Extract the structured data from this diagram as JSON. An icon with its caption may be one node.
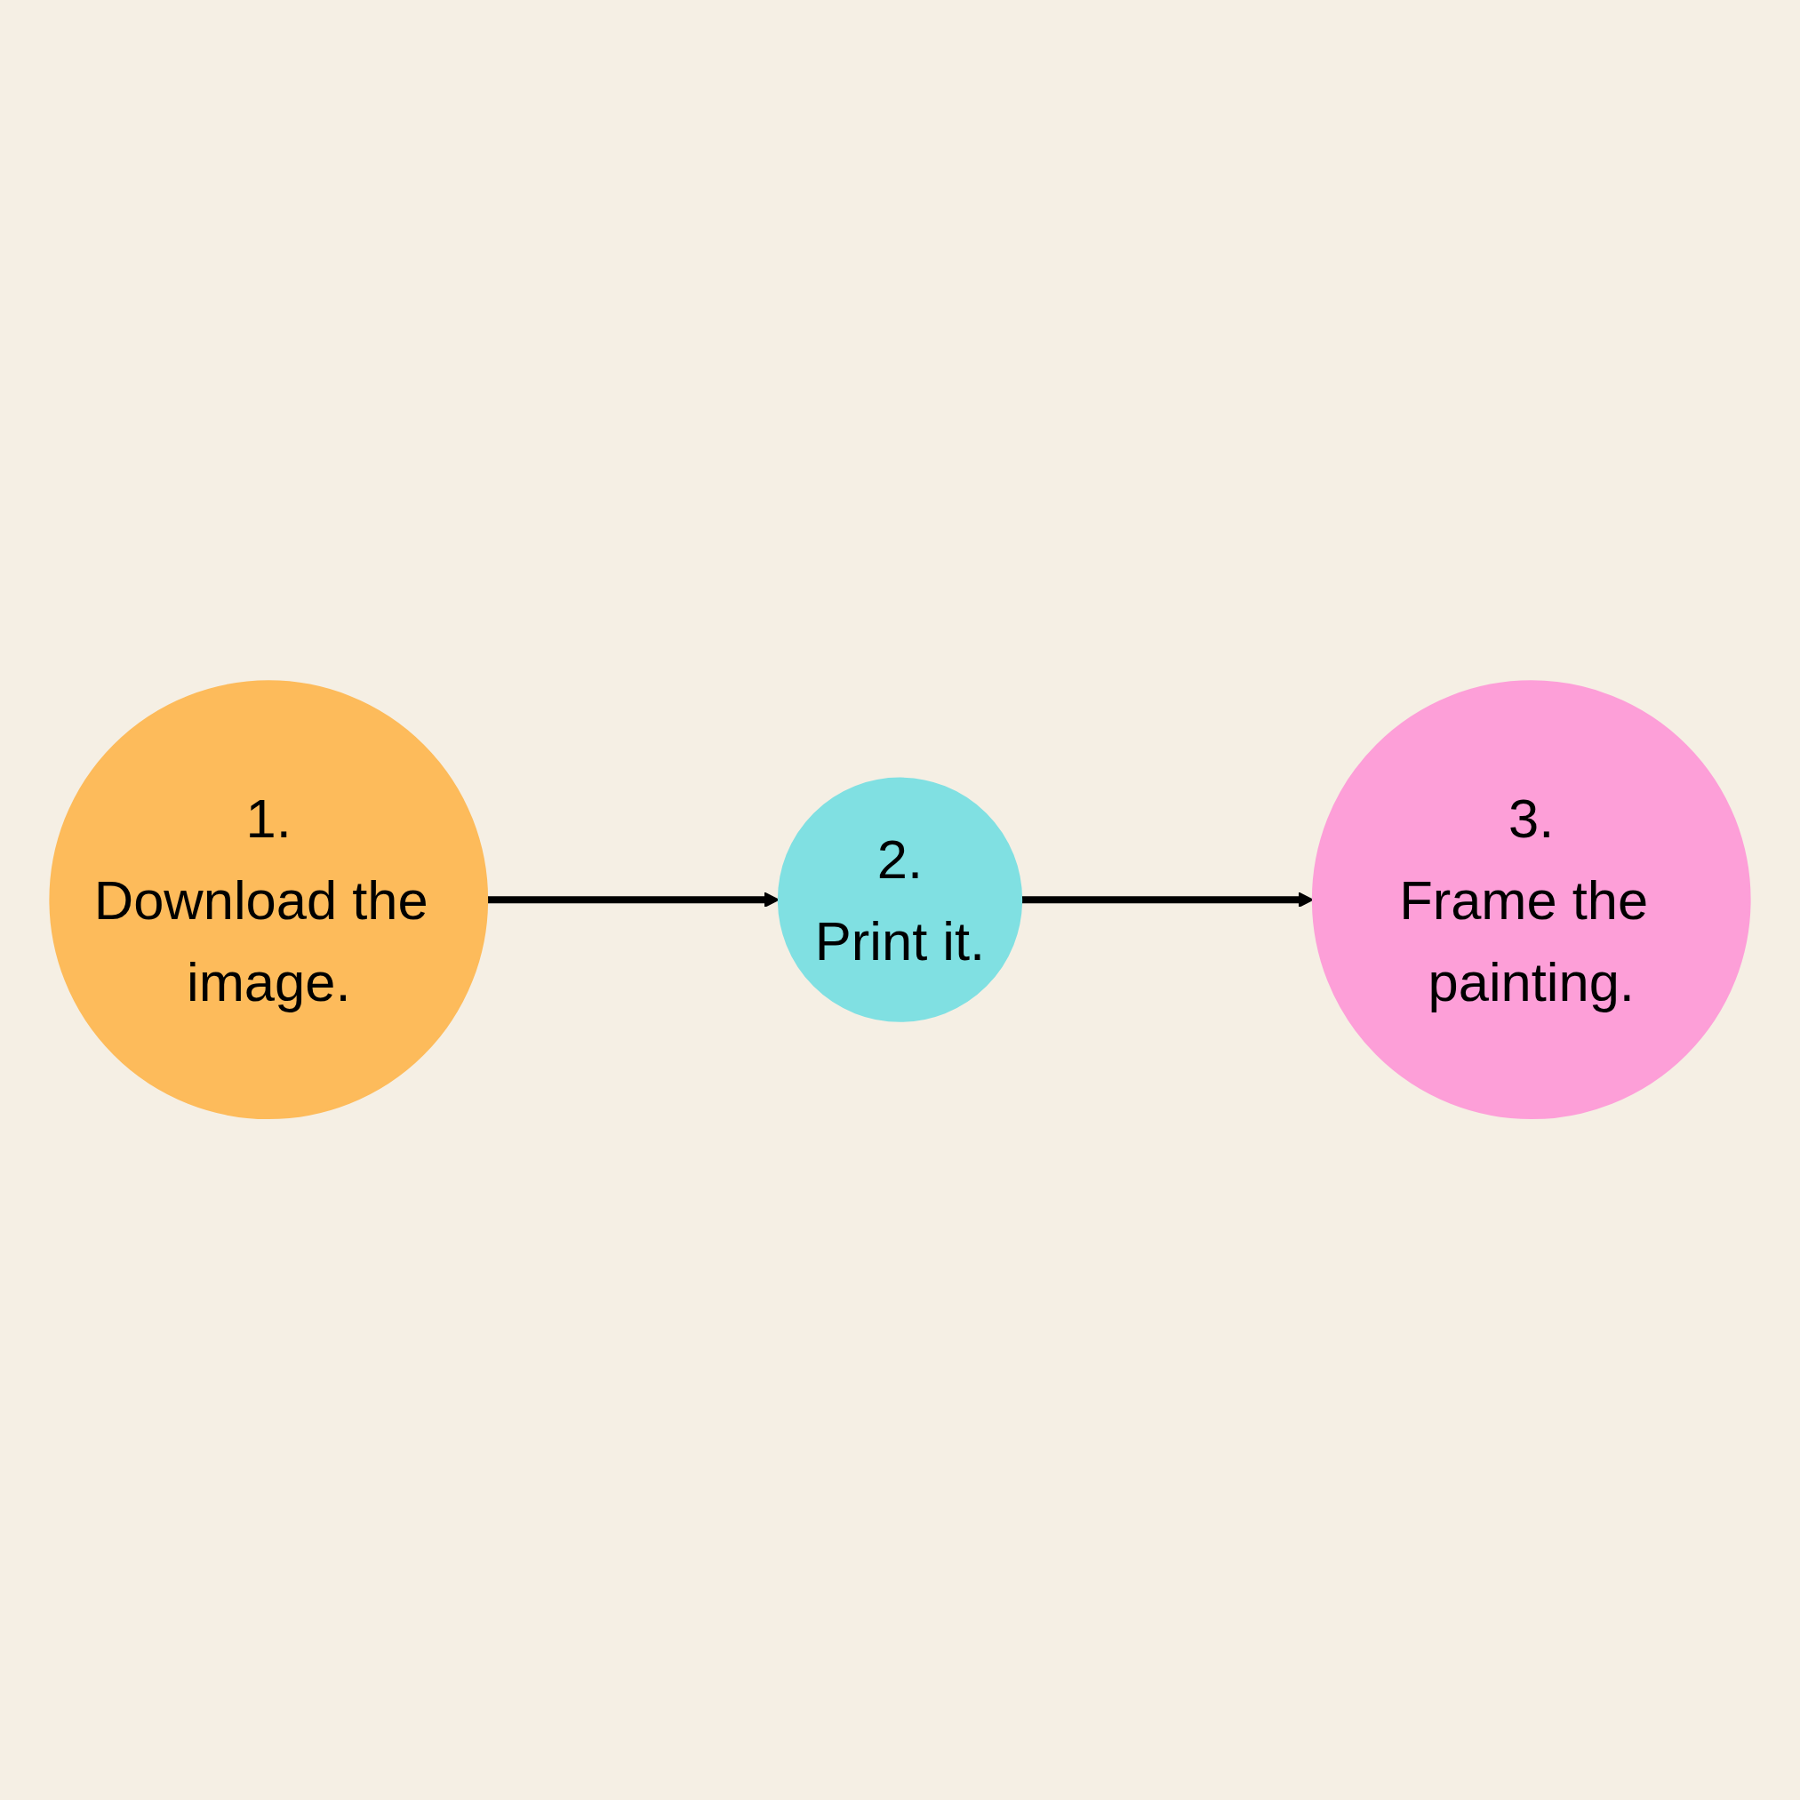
{
  "diagram": {
    "nodes": [
      {
        "text": [
          "1.",
          "Download the image."
        ]
      },
      {
        "text": [
          "2.",
          "Print it."
        ]
      },
      {
        "text": [
          "3.",
          "Frame the painting."
        ]
      }
    ],
    "edges": [
      {
        "from": 0,
        "to": 1,
        "arrow": "to"
      },
      {
        "from": 1,
        "to": 2,
        "arrow": "to"
      }
    ]
  }
}
